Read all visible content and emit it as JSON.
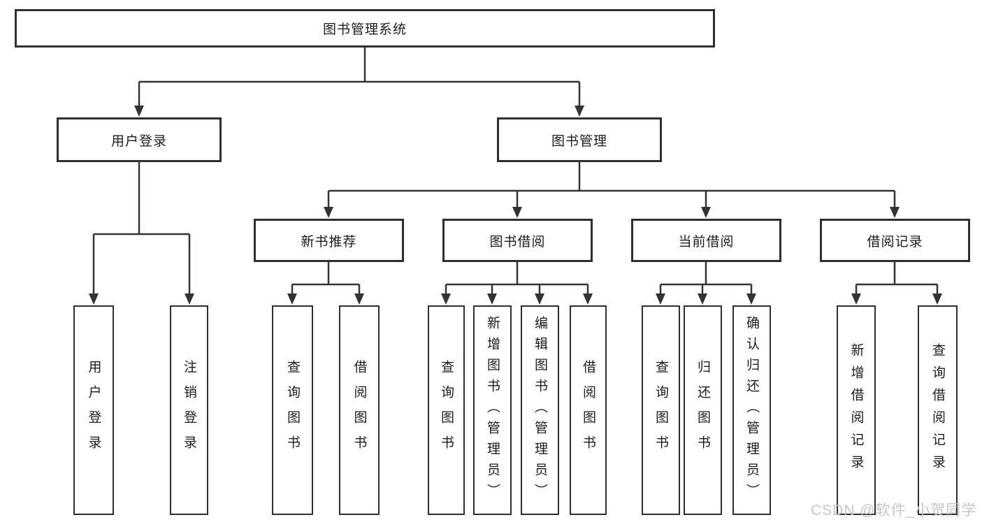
{
  "diagram_title": "图书管理系统",
  "tree": {
    "label": "图书管理系统",
    "children": [
      {
        "label": "用户登录",
        "children": [
          {
            "label": "用户登录"
          },
          {
            "label": "注销登录"
          }
        ]
      },
      {
        "label": "图书管理",
        "children": [
          {
            "label": "新书推荐",
            "children": [
              {
                "label": "查询图书"
              },
              {
                "label": "借阅图书"
              }
            ]
          },
          {
            "label": "图书借阅",
            "children": [
              {
                "label": "查询图书"
              },
              {
                "label": "新增图书（管理员）"
              },
              {
                "label": "编辑图书（管理员）"
              },
              {
                "label": "借阅图书"
              }
            ]
          },
          {
            "label": "当前借阅",
            "children": [
              {
                "label": "查询图书"
              },
              {
                "label": "归还图书"
              },
              {
                "label": "确认归还（管理员）"
              }
            ]
          },
          {
            "label": "借阅记录",
            "children": [
              {
                "label": "新增借阅记录"
              },
              {
                "label": "查询借阅记录"
              }
            ]
          }
        ]
      }
    ]
  },
  "watermark": {
    "text": "CSDN @软件_小贺同学"
  },
  "colors": {
    "background": "#ffffff",
    "box_border": "#2f2f2f",
    "connector_line": "#333333",
    "text": "#1c1c1c",
    "watermark": "#c6c6c6"
  }
}
